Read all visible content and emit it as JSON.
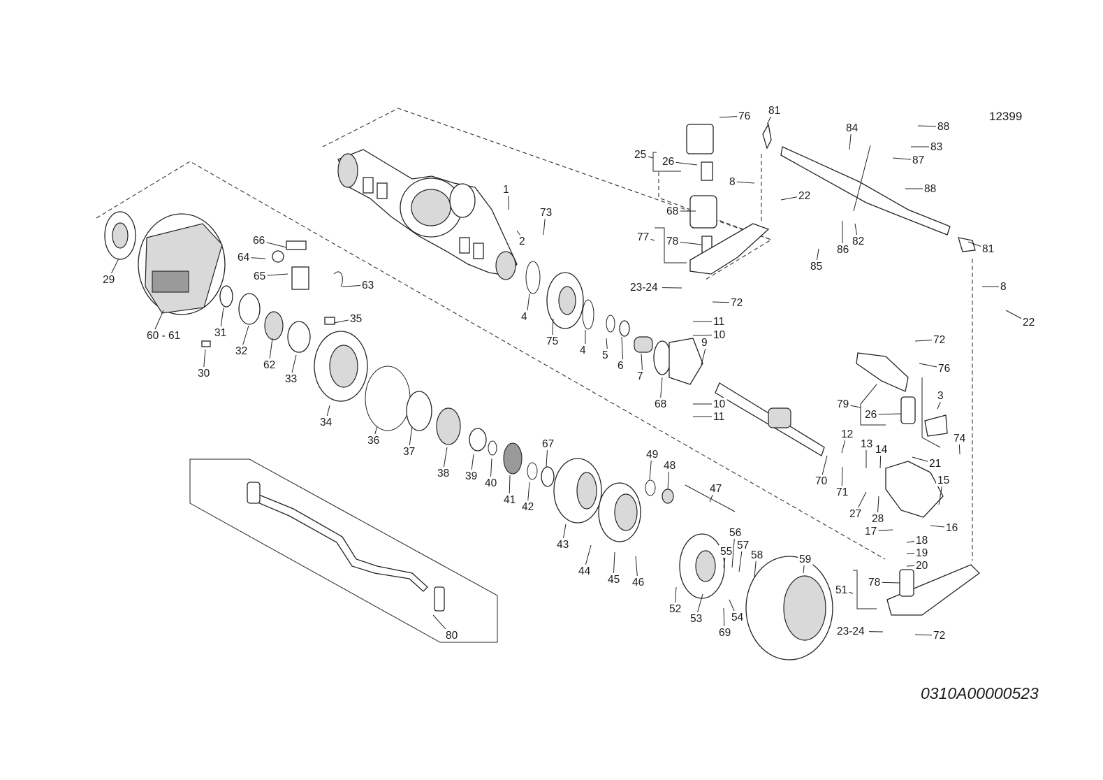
{
  "drawing": {
    "figure_code": "12399",
    "document_number": "0310A00000523"
  },
  "callouts": [
    {
      "id": "c1",
      "text": "1"
    },
    {
      "id": "c2",
      "text": "2"
    },
    {
      "id": "c3",
      "text": "3"
    },
    {
      "id": "c4a",
      "text": "4"
    },
    {
      "id": "c4b",
      "text": "4"
    },
    {
      "id": "c5",
      "text": "5"
    },
    {
      "id": "c6",
      "text": "6"
    },
    {
      "id": "c7",
      "text": "7"
    },
    {
      "id": "c8a",
      "text": "8"
    },
    {
      "id": "c8b",
      "text": "8"
    },
    {
      "id": "c9",
      "text": "9"
    },
    {
      "id": "c10a",
      "text": "10"
    },
    {
      "id": "c10b",
      "text": "10"
    },
    {
      "id": "c11a",
      "text": "11"
    },
    {
      "id": "c11b",
      "text": "11"
    },
    {
      "id": "c12",
      "text": "12"
    },
    {
      "id": "c13",
      "text": "13"
    },
    {
      "id": "c14",
      "text": "14"
    },
    {
      "id": "c15",
      "text": "15"
    },
    {
      "id": "c16",
      "text": "16"
    },
    {
      "id": "c17",
      "text": "17"
    },
    {
      "id": "c18",
      "text": "18"
    },
    {
      "id": "c19",
      "text": "19"
    },
    {
      "id": "c20",
      "text": "20"
    },
    {
      "id": "c21",
      "text": "21"
    },
    {
      "id": "c22a",
      "text": "22"
    },
    {
      "id": "c22b",
      "text": "22"
    },
    {
      "id": "c23a",
      "text": "23-24"
    },
    {
      "id": "c23b",
      "text": "23-24"
    },
    {
      "id": "c25",
      "text": "25"
    },
    {
      "id": "c26a",
      "text": "26"
    },
    {
      "id": "c26b",
      "text": "26"
    },
    {
      "id": "c27",
      "text": "27"
    },
    {
      "id": "c28",
      "text": "28"
    },
    {
      "id": "c29",
      "text": "29"
    },
    {
      "id": "c30",
      "text": "30"
    },
    {
      "id": "c31",
      "text": "31"
    },
    {
      "id": "c32",
      "text": "32"
    },
    {
      "id": "c33",
      "text": "33"
    },
    {
      "id": "c34",
      "text": "34"
    },
    {
      "id": "c35",
      "text": "35"
    },
    {
      "id": "c36",
      "text": "36"
    },
    {
      "id": "c37",
      "text": "37"
    },
    {
      "id": "c38",
      "text": "38"
    },
    {
      "id": "c39",
      "text": "39"
    },
    {
      "id": "c40",
      "text": "40"
    },
    {
      "id": "c41",
      "text": "41"
    },
    {
      "id": "c42",
      "text": "42"
    },
    {
      "id": "c43",
      "text": "43"
    },
    {
      "id": "c44",
      "text": "44"
    },
    {
      "id": "c45",
      "text": "45"
    },
    {
      "id": "c46",
      "text": "46"
    },
    {
      "id": "c47",
      "text": "47"
    },
    {
      "id": "c48",
      "text": "48"
    },
    {
      "id": "c49",
      "text": "49"
    },
    {
      "id": "c51",
      "text": "51"
    },
    {
      "id": "c52",
      "text": "52"
    },
    {
      "id": "c53",
      "text": "53"
    },
    {
      "id": "c54",
      "text": "54"
    },
    {
      "id": "c55",
      "text": "55"
    },
    {
      "id": "c56",
      "text": "56"
    },
    {
      "id": "c57",
      "text": "57"
    },
    {
      "id": "c58",
      "text": "58"
    },
    {
      "id": "c59",
      "text": "59"
    },
    {
      "id": "c60",
      "text": "60 - 61"
    },
    {
      "id": "c62",
      "text": "62"
    },
    {
      "id": "c63",
      "text": "63"
    },
    {
      "id": "c64",
      "text": "64"
    },
    {
      "id": "c65",
      "text": "65"
    },
    {
      "id": "c66",
      "text": "66"
    },
    {
      "id": "c67",
      "text": "67"
    },
    {
      "id": "c68a",
      "text": "68"
    },
    {
      "id": "c68b",
      "text": "68"
    },
    {
      "id": "c69",
      "text": "69"
    },
    {
      "id": "c70",
      "text": "70"
    },
    {
      "id": "c71",
      "text": "71"
    },
    {
      "id": "c72a",
      "text": "72"
    },
    {
      "id": "c72b",
      "text": "72"
    },
    {
      "id": "c72c",
      "text": "72"
    },
    {
      "id": "c73",
      "text": "73"
    },
    {
      "id": "c74",
      "text": "74"
    },
    {
      "id": "c75",
      "text": "75"
    },
    {
      "id": "c76a",
      "text": "76"
    },
    {
      "id": "c76b",
      "text": "76"
    },
    {
      "id": "c77",
      "text": "77"
    },
    {
      "id": "c78a",
      "text": "78"
    },
    {
      "id": "c78b",
      "text": "78"
    },
    {
      "id": "c79",
      "text": "79"
    },
    {
      "id": "c80",
      "text": "80"
    },
    {
      "id": "c81a",
      "text": "81"
    },
    {
      "id": "c81b",
      "text": "81"
    },
    {
      "id": "c82",
      "text": "82"
    },
    {
      "id": "c83",
      "text": "83"
    },
    {
      "id": "c84",
      "text": "84"
    },
    {
      "id": "c85",
      "text": "85"
    },
    {
      "id": "c86",
      "text": "86"
    },
    {
      "id": "c87",
      "text": "87"
    },
    {
      "id": "c88a",
      "text": "88"
    },
    {
      "id": "c88b",
      "text": "88"
    }
  ]
}
